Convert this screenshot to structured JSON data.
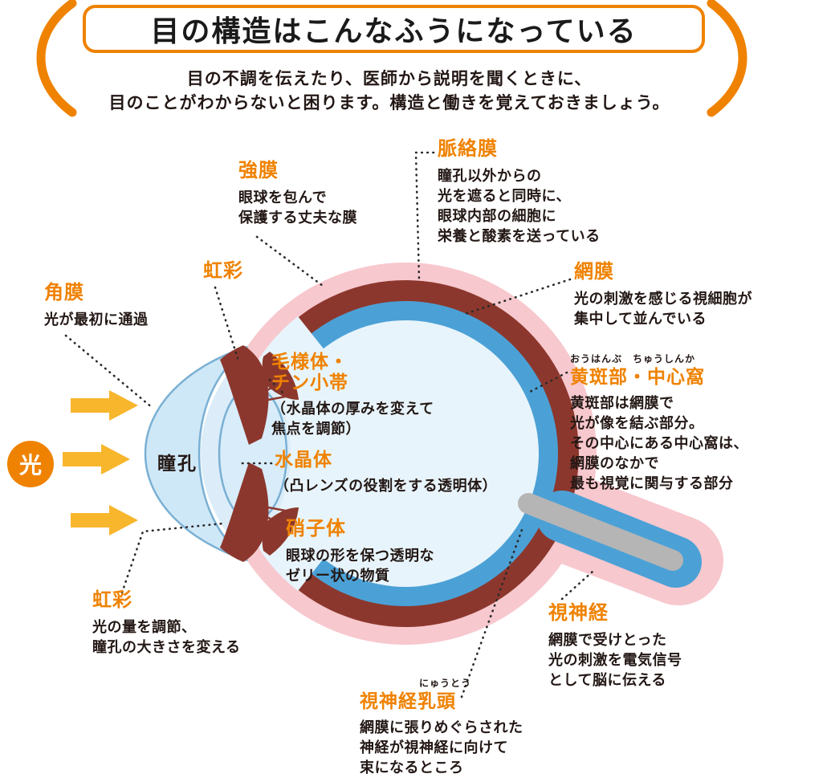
{
  "header": {
    "title": "目の構造はこんなふうになっている",
    "subtitle": [
      "目の不調を伝えたり、医師から説明を聞くときに、",
      "目のことがわからないと困ります。構造と働きを覚えておきましょう。"
    ]
  },
  "light": {
    "label": "光"
  },
  "pupil": {
    "label": "瞳孔"
  },
  "parts": {
    "sclera": {
      "title": "強膜",
      "desc": [
        "眼球を包んで",
        "保護する丈夫な膜"
      ]
    },
    "choroid": {
      "title": "脈絡膜",
      "desc": [
        "瞳孔以外からの",
        "光を遮ると同時に、",
        "眼球内部の細胞に",
        "栄養と酸素を送っている"
      ]
    },
    "iris_top": {
      "title": "虹彩"
    },
    "cornea": {
      "title": "角膜",
      "desc": [
        "光が最初に通過"
      ]
    },
    "retina": {
      "title": "網膜",
      "desc": [
        "光の刺激を感じる視細胞が",
        "集中して並んでいる"
      ]
    },
    "ciliary": {
      "title_line1": "毛様体・",
      "title_line2": "チン小帯",
      "desc": [
        "（水晶体の厚みを変えて",
        "焦点を調節）"
      ]
    },
    "macula": {
      "furigana": "おうはんぶ　ちゅうしんか",
      "title": "黄斑部・中心窩",
      "desc": [
        "黄斑部は網膜で",
        "光が像を結ぶ部分。",
        "その中心にある中心窩は、",
        "網膜のなかで",
        "最も視覚に関与する部分"
      ]
    },
    "lens": {
      "title": "水晶体",
      "desc": [
        "（凸レンズの役割をする透明体）"
      ]
    },
    "vitreous": {
      "title": "硝子体",
      "desc": [
        "眼球の形を保つ透明な",
        "ゼリー状の物質"
      ]
    },
    "iris_bottom": {
      "title": "虹彩",
      "desc": [
        "光の量を調節、",
        "瞳孔の大きさを変える"
      ]
    },
    "optic_nerve": {
      "title": "視神経",
      "desc": [
        "網膜で受けとった",
        "光の刺激を電気信号",
        "として脳に伝える"
      ]
    },
    "optic_disc": {
      "furigana": "にゅうとう",
      "title": "視神経乳頭",
      "desc": [
        "網膜に張りめぐらされた",
        "神経が視神経に向けて",
        "束になるところ"
      ]
    }
  },
  "colors": {
    "accent_orange": "#ef8200",
    "arrow_yellow": "#f8b62d",
    "sclera_pink": "#f7c8ce",
    "choroid_maroon": "#8c372d",
    "retina_blue": "#4ba1d6",
    "interior_blue": "#e8f4fb",
    "anterior_blue": "#dcedf9",
    "lens_blue": "#d8ecf9",
    "nerve_gray": "#b5b5b5",
    "text_black": "#231815"
  }
}
